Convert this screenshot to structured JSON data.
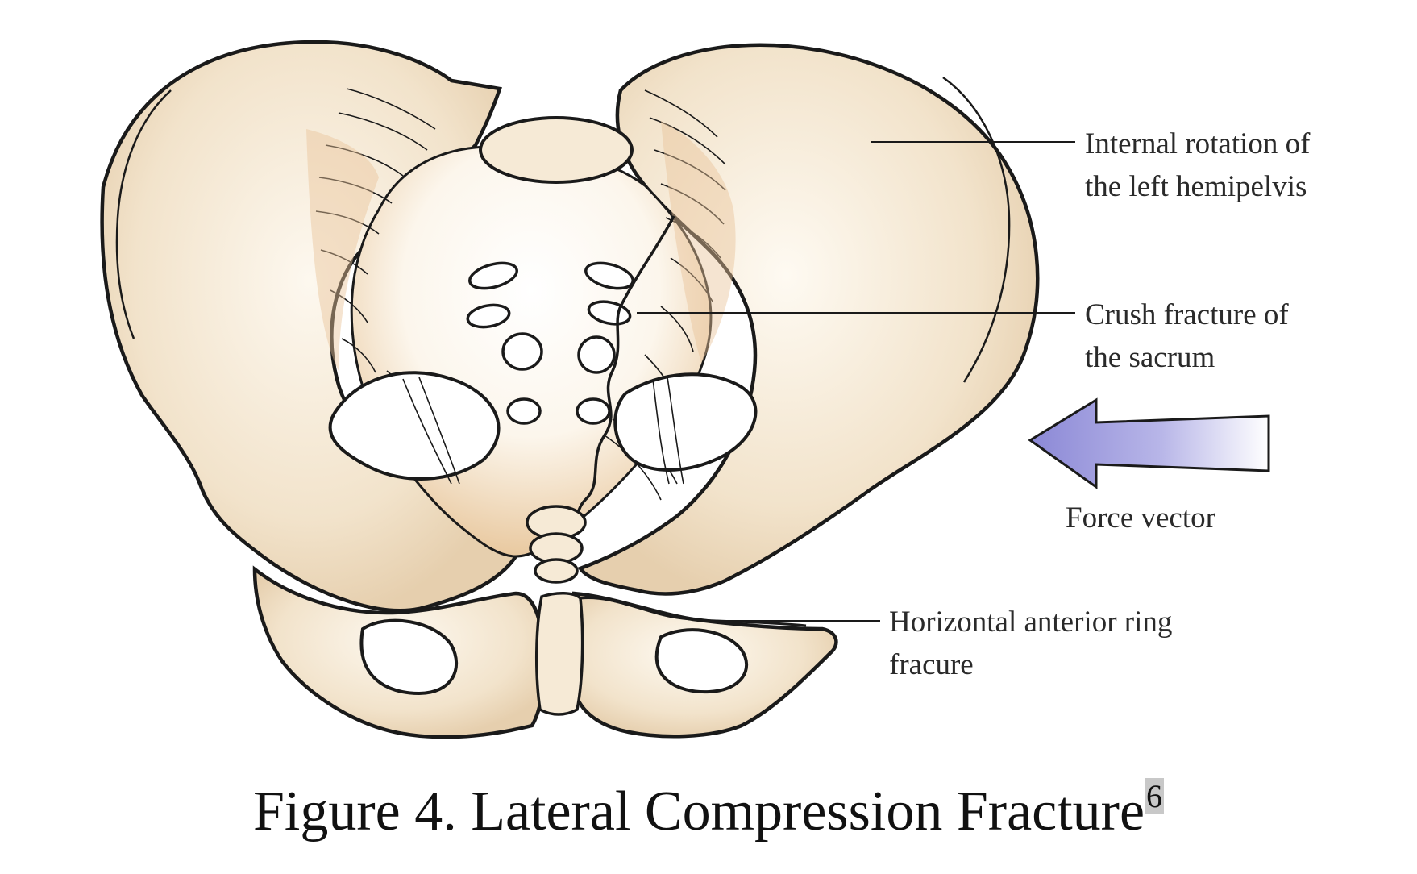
{
  "figure": {
    "caption": "Figure 4. Lateral Compression Fracture",
    "caption_reference": "6",
    "labels": {
      "internal_rotation": [
        "Internal rotation of",
        "the left hemipelvis"
      ],
      "crush_fracture": [
        "Crush fracture of",
        "the sacrum"
      ],
      "force_vector": "Force vector",
      "anterior_ring": [
        "Horizontal anterior ring",
        "fracure"
      ]
    },
    "colors": {
      "bone": "#f2e3cb",
      "bone_highlight": "#fdf8ef",
      "ligament": "#e8c498",
      "outline": "#1a1a1a",
      "arrow": "#8b88d6"
    }
  }
}
